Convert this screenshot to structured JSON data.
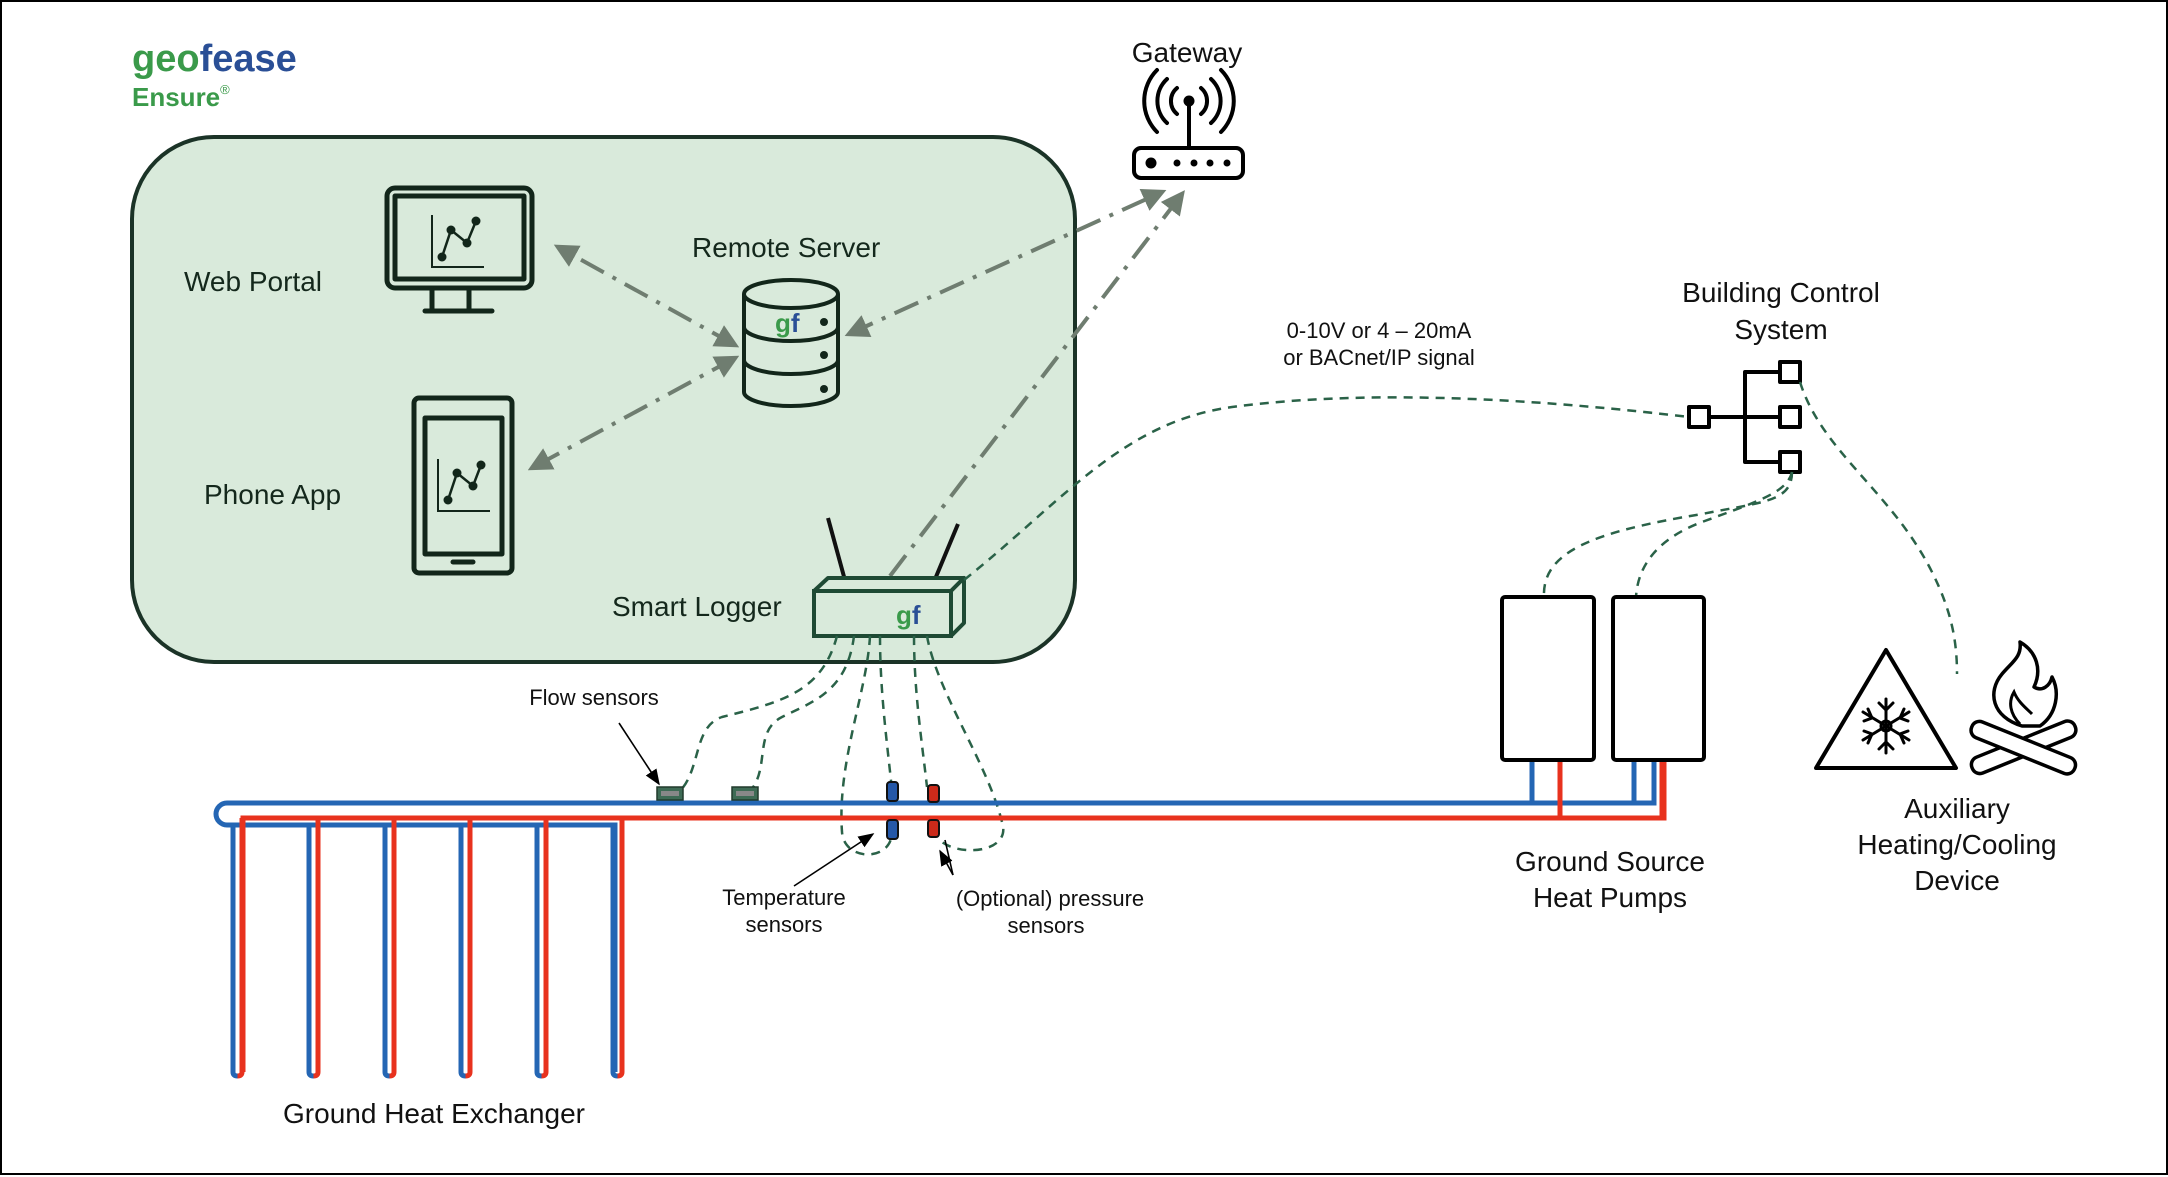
{
  "logo": {
    "brand_part1": "geo",
    "brand_part2": "fease",
    "product": "Ensure",
    "registered_mark": "®",
    "colors": {
      "green": "#3a9a4a",
      "blue": "#2a4f96"
    }
  },
  "cloud_zone": {
    "background": "#d9eadb",
    "border": "#1b3327",
    "web_portal_label": "Web Portal",
    "phone_app_label": "Phone App",
    "remote_server_label": "Remote Server",
    "smart_logger_label": "Smart Logger",
    "server_badge": {
      "g": "g",
      "f": "f"
    },
    "logger_badge": {
      "g": "g",
      "f": "f"
    }
  },
  "gateway": {
    "label": "Gateway"
  },
  "signal_note": {
    "line1": "0-10V or 4 – 20mA",
    "line2": "or BACnet/IP signal"
  },
  "building_control": {
    "line1": "Building Control",
    "line2": "System"
  },
  "heat_pumps": {
    "line1": "Ground Source",
    "line2": "Heat Pumps"
  },
  "auxiliary": {
    "line1": "Auxiliary",
    "line2": "Heating/Cooling",
    "line3": "Device"
  },
  "sensors": {
    "flow_label": "Flow sensors",
    "temperature_line1": "Temperature",
    "temperature_line2": "sensors",
    "pressure_line1": "(Optional) pressure",
    "pressure_line2": "sensors"
  },
  "ground_heat_exchanger": {
    "label": "Ground Heat Exchanger",
    "borehole_count": 6
  },
  "colors": {
    "supply_pipe": "#2466b4",
    "return_pipe": "#e8321e",
    "signal_wire": "#2a6248",
    "data_link": "#6f7d70"
  }
}
